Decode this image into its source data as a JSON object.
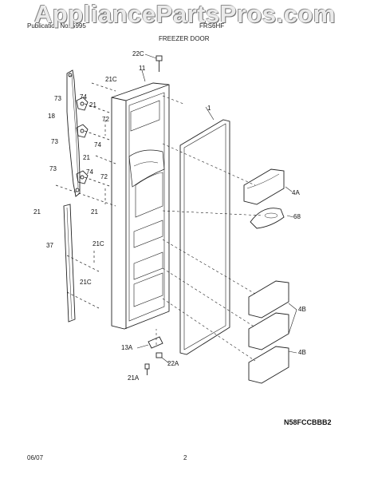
{
  "header": {
    "left_text": "Publication No: 5995",
    "right_text": "FRS6HF",
    "section_title": "FREEZER DOOR"
  },
  "watermark": "AppliancePartsPros.com",
  "callouts": {
    "c22C": "22C",
    "c11": "11",
    "c21C_a": "21C",
    "c73_a": "73",
    "c74_a": "74",
    "c21_a": "21",
    "c1": "1",
    "c18": "18",
    "c72_a": "72",
    "c73_b": "73",
    "c74_b": "74",
    "c21_b": "21",
    "c73_c": "73",
    "c74_c": "74",
    "c72_b": "72",
    "c4A": "4A",
    "c21_c": "21",
    "c21_d": "21",
    "c68": "68",
    "c37": "37",
    "c21C_b": "21C",
    "c21C_c": "21C",
    "c4B_a": "4B",
    "c4B_b": "4B",
    "c13A": "13A",
    "c22A": "22A",
    "c21A": "21A"
  },
  "diagram_id": "N58FCCBBB2",
  "footer": {
    "date": "06/07",
    "page": "2"
  }
}
